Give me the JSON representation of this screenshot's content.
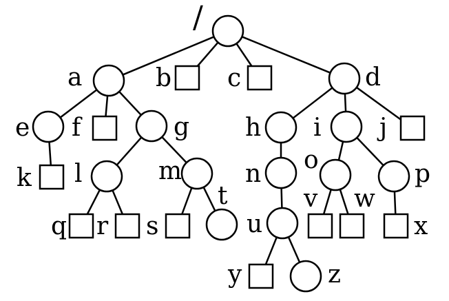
{
  "root_label": "/",
  "nodes": [
    {
      "id": "root",
      "label": "",
      "kind": "dir"
    },
    {
      "id": "a",
      "label": "a",
      "kind": "dir"
    },
    {
      "id": "b",
      "label": "b",
      "kind": "file"
    },
    {
      "id": "c",
      "label": "c",
      "kind": "file"
    },
    {
      "id": "d",
      "label": "d",
      "kind": "dir"
    },
    {
      "id": "e",
      "label": "e",
      "kind": "dir"
    },
    {
      "id": "f",
      "label": "f",
      "kind": "file"
    },
    {
      "id": "g",
      "label": "g",
      "kind": "dir"
    },
    {
      "id": "k",
      "label": "k",
      "kind": "file"
    },
    {
      "id": "l",
      "label": "l",
      "kind": "dir"
    },
    {
      "id": "m",
      "label": "m",
      "kind": "dir"
    },
    {
      "id": "q",
      "label": "q",
      "kind": "file"
    },
    {
      "id": "r",
      "label": "r",
      "kind": "file"
    },
    {
      "id": "s",
      "label": "s",
      "kind": "file"
    },
    {
      "id": "t",
      "label": "t",
      "kind": "dir"
    },
    {
      "id": "h",
      "label": "h",
      "kind": "dir"
    },
    {
      "id": "i",
      "label": "i",
      "kind": "dir"
    },
    {
      "id": "j",
      "label": "j",
      "kind": "file"
    },
    {
      "id": "n",
      "label": "n",
      "kind": "dir"
    },
    {
      "id": "o",
      "label": "o",
      "kind": "dir"
    },
    {
      "id": "p",
      "label": "p",
      "kind": "dir"
    },
    {
      "id": "u",
      "label": "u",
      "kind": "dir"
    },
    {
      "id": "v",
      "label": "v",
      "kind": "file"
    },
    {
      "id": "w",
      "label": "w",
      "kind": "file"
    },
    {
      "id": "x",
      "label": "x",
      "kind": "file"
    },
    {
      "id": "y",
      "label": "y",
      "kind": "file"
    },
    {
      "id": "z",
      "label": "z",
      "kind": "dir"
    }
  ],
  "edges": [
    [
      "root",
      "a"
    ],
    [
      "root",
      "b"
    ],
    [
      "root",
      "c"
    ],
    [
      "root",
      "d"
    ],
    [
      "a",
      "e"
    ],
    [
      "a",
      "f"
    ],
    [
      "a",
      "g"
    ],
    [
      "e",
      "k"
    ],
    [
      "g",
      "l"
    ],
    [
      "g",
      "m"
    ],
    [
      "l",
      "q"
    ],
    [
      "l",
      "r"
    ],
    [
      "m",
      "s"
    ],
    [
      "m",
      "t"
    ],
    [
      "d",
      "h"
    ],
    [
      "d",
      "i"
    ],
    [
      "d",
      "j"
    ],
    [
      "h",
      "n"
    ],
    [
      "n",
      "u"
    ],
    [
      "u",
      "y"
    ],
    [
      "u",
      "z"
    ],
    [
      "i",
      "o"
    ],
    [
      "i",
      "p"
    ],
    [
      "o",
      "v"
    ],
    [
      "o",
      "w"
    ],
    [
      "p",
      "x"
    ]
  ]
}
